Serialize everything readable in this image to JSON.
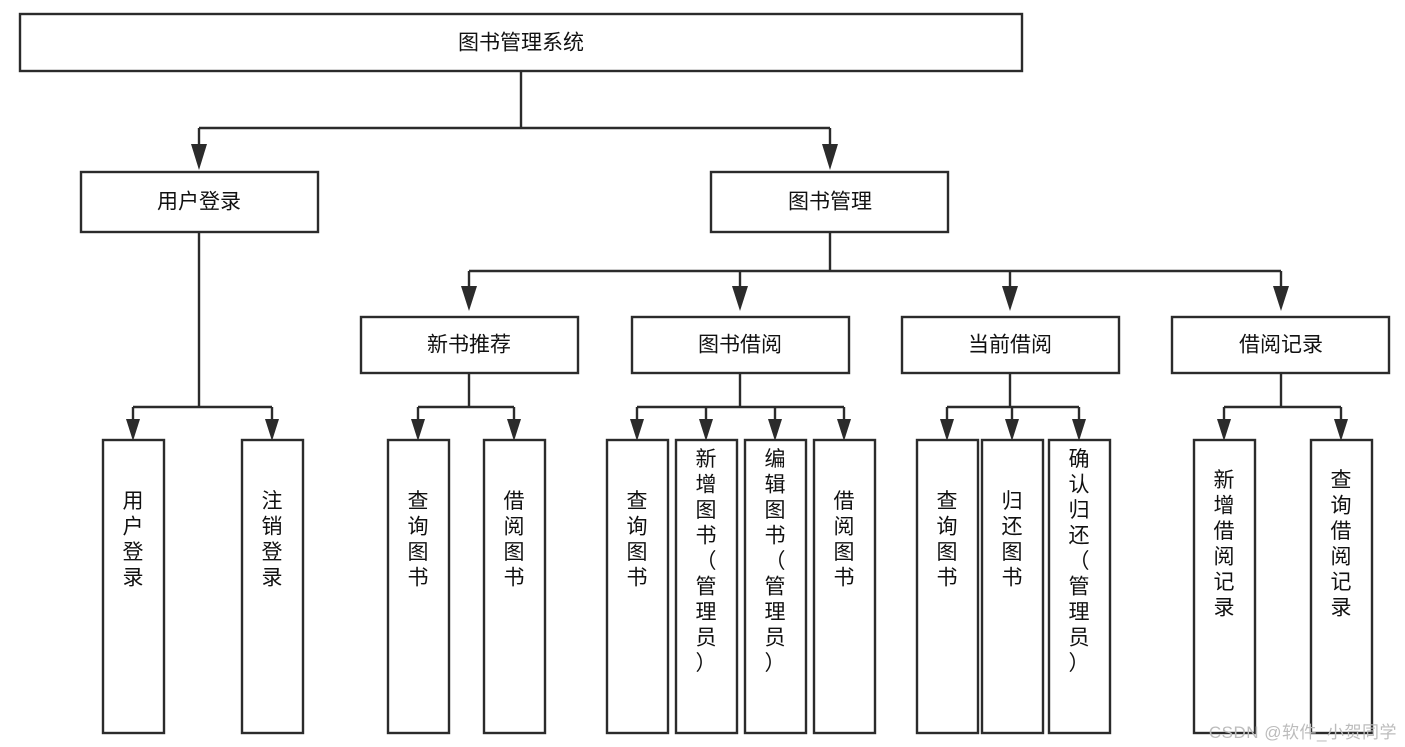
{
  "diagram": {
    "type": "tree-hierarchy",
    "orientation": "top-down",
    "root": {
      "id": "root",
      "label": "图书管理系统",
      "text_orientation": "horizontal"
    },
    "level2": [
      {
        "id": "user-login",
        "label": "用户登录",
        "text_orientation": "horizontal"
      },
      {
        "id": "book-management",
        "label": "图书管理",
        "text_orientation": "horizontal"
      }
    ],
    "level3": [
      {
        "id": "new-book-recommend",
        "label": "新书推荐",
        "text_orientation": "horizontal",
        "parent": "book-management"
      },
      {
        "id": "book-borrow",
        "label": "图书借阅",
        "text_orientation": "horizontal",
        "parent": "book-management"
      },
      {
        "id": "current-borrow",
        "label": "当前借阅",
        "text_orientation": "horizontal",
        "parent": "book-management"
      },
      {
        "id": "borrow-record",
        "label": "借阅记录",
        "text_orientation": "horizontal",
        "parent": "book-management"
      }
    ],
    "leaves": [
      {
        "id": "leaf-user-login",
        "label": "用户登录",
        "parent": "user-login",
        "text_orientation": "vertical"
      },
      {
        "id": "leaf-user-logout",
        "label": "注销登录",
        "parent": "user-login",
        "text_orientation": "vertical"
      },
      {
        "id": "leaf-query-book-1",
        "label": "查询图书",
        "parent": "new-book-recommend",
        "text_orientation": "vertical"
      },
      {
        "id": "leaf-borrow-book-1",
        "label": "借阅图书",
        "parent": "new-book-recommend",
        "text_orientation": "vertical"
      },
      {
        "id": "leaf-query-book-2",
        "label": "查询图书",
        "parent": "book-borrow",
        "text_orientation": "vertical"
      },
      {
        "id": "leaf-add-book",
        "label": "新增图书（管理员）",
        "parent": "book-borrow",
        "text_orientation": "vertical"
      },
      {
        "id": "leaf-edit-book",
        "label": "编辑图书（管理员）",
        "parent": "book-borrow",
        "text_orientation": "vertical"
      },
      {
        "id": "leaf-borrow-book-2",
        "label": "借阅图书",
        "parent": "book-borrow",
        "text_orientation": "vertical"
      },
      {
        "id": "leaf-query-book-3",
        "label": "查询图书",
        "parent": "current-borrow",
        "text_orientation": "vertical"
      },
      {
        "id": "leaf-return-book",
        "label": "归还图书",
        "parent": "current-borrow",
        "text_orientation": "vertical"
      },
      {
        "id": "leaf-confirm-return",
        "label": "确认归还（管理员）",
        "parent": "current-borrow",
        "text_orientation": "vertical"
      },
      {
        "id": "leaf-add-record",
        "label": "新增借阅记录",
        "parent": "borrow-record",
        "text_orientation": "vertical"
      },
      {
        "id": "leaf-query-record",
        "label": "查询借阅记录",
        "parent": "borrow-record",
        "text_orientation": "vertical"
      }
    ],
    "colors": {
      "box_stroke": "#2b2b2b",
      "box_fill": "#ffffff",
      "connector": "#2b2b2b",
      "text": "#111111",
      "background": "#ffffff",
      "watermark": "#bcbcbc"
    }
  },
  "watermark": {
    "text": "CSDN @软件_小贺同学"
  }
}
